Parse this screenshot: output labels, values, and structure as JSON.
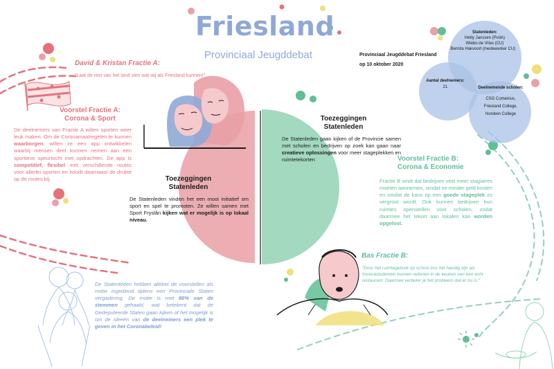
{
  "header": {
    "title": "Friesland",
    "subtitle": "Provinciaal Jeugddebat"
  },
  "event": {
    "line1": "Provinciaal Jeugddebat Friesland",
    "line2": "op 10 oktober 2020"
  },
  "venn": {
    "statenleden_label": "Statenleden:",
    "statenleden": [
      "Hetty Janssen (PvdA)",
      "Wiebo de Vries (CU)",
      "Bernita Hakvoort (medewerker CU)"
    ],
    "deelnemers_label": "Aantal deelnemers:",
    "deelnemers_count": "21",
    "scholen_label": "Deelnemende scholen:",
    "scholen": [
      "CSG Comenius,",
      "Friesland College,",
      "Nordwin College"
    ]
  },
  "fractie_a": {
    "speaker": "David & Kristan Fractie A:",
    "quote": "\"Laat de rest van het land zien wat wij als Friesland kunnen!\"",
    "voorstel_title": "Voorstel Fractie A:",
    "voorstel_theme": "Corona & Sport",
    "body_1": "De deelnemers van Fractie A willen sporten weer leuk maken. Om de Coronamaatregelen te kunnen ",
    "body_bold_1": "waarborgen",
    "body_2": ", willen ze een app ontwikkelen waarbij mensen deel kunnen nemen aan een sportieve speurtocht met opdrachten. De app is ",
    "body_bold_2": "competitief, flexibel",
    "body_3": " met verschillende routes voor allerlei sporten en houdt daarnaast de drukte op de routes bij."
  },
  "toezegging_a": {
    "title_1": "Toezeggingen",
    "title_2": "Statenleden",
    "body_1": "De Statenleden vinden het een mooi initiatief om sport en spel te promoten. Ze willen samen met Sport Fryslân ",
    "body_bold": "kijken wat er mogelijk is op lokaal niveau."
  },
  "toezegging_b": {
    "title_1": "Toezeggingen",
    "title_2": "Statenleden",
    "body_1": "De Statenleden gaan kijken of de Provincie samen met scholen en bedrijven op zoek kan gaan naar ",
    "body_bold": "creatieve oplossingen",
    "body_2": " voor meer stageplekken en ruimtetekorten"
  },
  "fractie_b": {
    "voorstel_title": "Voorstel Fractie B:",
    "voorstel_theme": "Corona & Economie",
    "body_1": "Fractie B vindt dat bedrijven veel meer stagiaires moeten aannemen, omdat ze minder geld kosten en omdat de kans op een ",
    "body_bold_1": "goede stageplek",
    "body_2": " zo vergroot wordt. Ook kunnen bedrijven hun ruimtes openstellen voor scholen, zodat daarmee het tekort aan lokalen kan ",
    "body_bold_2": "worden opgelost.",
    "speaker": "Bas Fractie B:",
    "quote": "\"Door het ruimtegebrek op school zou het handig zijn als horecastudenten kunnen oefenen in de keuken van een echt restaurant. Daarmee verbeter je het probleem dat er nu is.\""
  },
  "summary": {
    "body_1": "De Statenleden hebben allebei de voorstellen als motie ingediend tijdens een Provinciale Staten vergadering. De motie is met ",
    "body_bold_1": "86% van de stemmen",
    "body_2": " gehaald, wat betekent dat de Gedeputeerde Staten gaan kijken of het mogelijk is om de ideeën van ",
    "body_bold_2": "de deelnemers een plek te geven in het Coronabeleid!"
  },
  "colors": {
    "title_blue": "#8fa9d6",
    "pink": "#e3727c",
    "pink_fill": "#e9a0a6",
    "green": "#5fbf97",
    "green_fill": "#93d2b4",
    "blue_fill": "#a9c1e6",
    "yellow": "#f0df7a"
  }
}
